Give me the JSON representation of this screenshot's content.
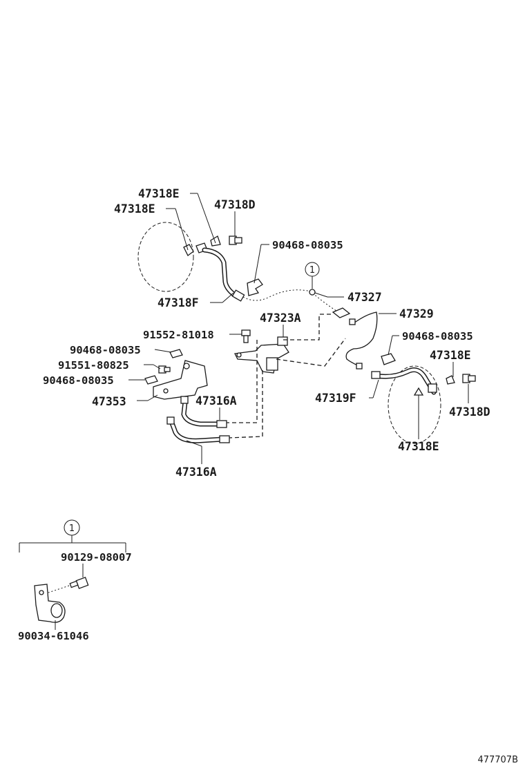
{
  "parts": {
    "p47318E_a": "47318E",
    "p47318E_b": "47318E",
    "p47318D_a": "47318D",
    "p90468_a": "90468-08035",
    "p47318F_a": "47318F",
    "p47327": "47327",
    "p47329": "47329",
    "p47323A": "47323A",
    "p91552": "91552-81018",
    "p90468_b": "90468-08035",
    "p91551": "91551-80825",
    "p90468_c": "90468-08035",
    "p47353": "47353",
    "p47316A_a": "47316A",
    "p47316A_b": "47316A",
    "p90468_d": "90468-08035",
    "p47318E_c": "47318E",
    "p47319F": "47319F",
    "p47318D_b": "47318D",
    "p47318E_d": "47318E"
  },
  "callout": {
    "number": "1",
    "kit_number": "1",
    "kit_bolt": "90129-08007",
    "kit_bracket": "90034-61046"
  },
  "illustration_id": "477707B"
}
